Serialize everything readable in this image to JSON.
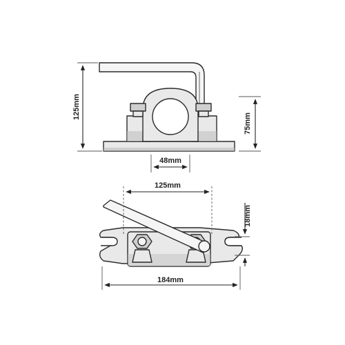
{
  "dimensions": {
    "height_total": "125mm",
    "height_clamp": "75mm",
    "bore_diameter": "48mm",
    "bolt_spacing": "125mm",
    "thickness": "18mm",
    "base_length": "184mm"
  },
  "colors": {
    "line": "#2a2a2a",
    "fill": "#e9e9e9",
    "shade": "#bdbdbd",
    "background": "#ffffff"
  }
}
